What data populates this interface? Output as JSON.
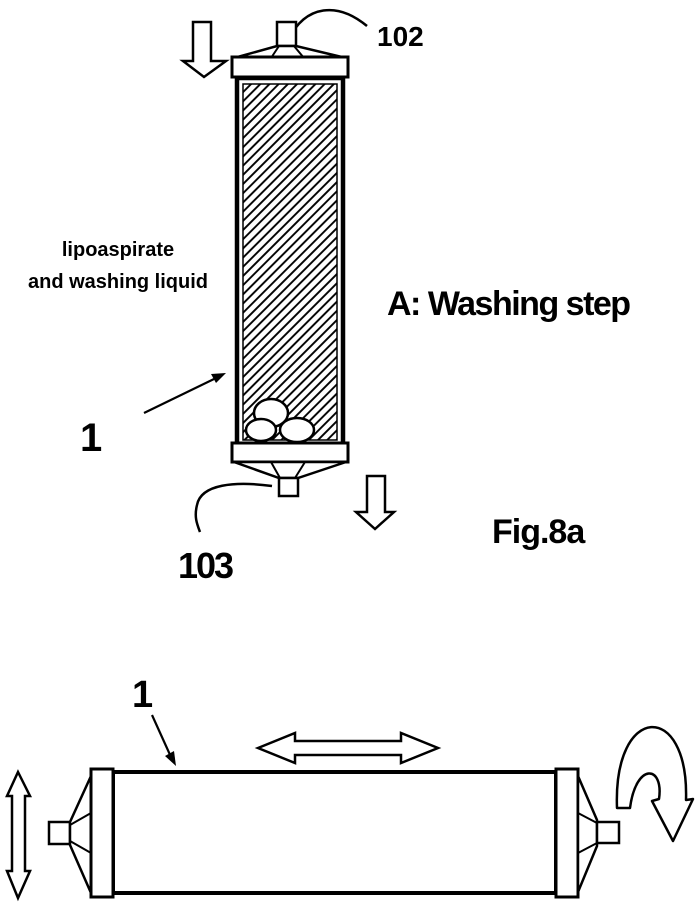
{
  "page": {
    "background": "#ffffff",
    "ink": "#000000"
  },
  "figure_washing": {
    "device_ref": "1",
    "inlet_ref": "102",
    "outlet_ref": "103",
    "contents_label": {
      "line1": "lipoaspirate",
      "line2": "and washing liquid"
    },
    "step_title": "A: Washing step",
    "figure_label": "Fig.8a",
    "icons": {
      "inlet_flow": "down-arrow-icon",
      "outlet_flow": "down-arrow-icon",
      "column_fill": "diagonal-hatch",
      "washed_tissue": "ball-cluster"
    }
  },
  "figure_agitation": {
    "device_ref": "1",
    "icons": {
      "horizontal_motion": "left-right-arrow-icon",
      "vertical_motion": "up-down-arrow-icon",
      "rotation_motion": "rotation-arrow-icon"
    }
  }
}
